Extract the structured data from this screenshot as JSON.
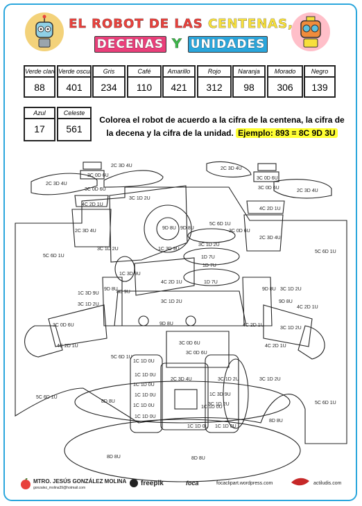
{
  "title": {
    "line1_part1": "EL ROBOT DE LAS ",
    "line1_part2": "CENTENAS,",
    "line2_word1": "DECENAS",
    "line2_word2": "Y",
    "line2_word3": "UNIDADES"
  },
  "colors": {
    "frame": "#2aa6dc",
    "title_red": "#e8413c",
    "title_yellow": "#f7e03c",
    "title_pink": "#ea3f7a",
    "title_green": "#3db54a",
    "title_blue": "#2aa6dc",
    "highlight": "#ffff33"
  },
  "color_key": [
    {
      "label": "Verde claro",
      "value": "88"
    },
    {
      "label": "Verde oscuro",
      "value": "401"
    },
    {
      "label": "Gris",
      "value": "234"
    },
    {
      "label": "Café",
      "value": "110"
    },
    {
      "label": "Amarillo",
      "value": "421"
    },
    {
      "label": "Rojo",
      "value": "312"
    },
    {
      "label": "Naranja",
      "value": "98"
    },
    {
      "label": "Morado",
      "value": "306"
    },
    {
      "label": "Negro",
      "value": "139"
    },
    {
      "label": "Azul",
      "value": "17"
    },
    {
      "label": "Celeste",
      "value": "561"
    }
  ],
  "instructions": {
    "text": "Colorea el robot de acuerdo a la cifra de la centena, la cifra de la decena y la cifra de la unidad.",
    "example": "Ejemplo: 893 = 8C 9D 3U"
  },
  "region_labels": [
    "2C 3D 4U",
    "3C 0D 6U",
    "2C 3D 4U",
    "3C 0D 6U",
    "4C 2D 1U",
    "2C 3D 4U",
    "3C 1D 2U",
    "9D 8U",
    "1C 3D 9U",
    "3C 1D 2U",
    "5C 6D 1U",
    "8D 9U",
    "9D 8U",
    "2C 3D 4U",
    "3C 0D 6U",
    "2C 3D 4U",
    "3C 0D 6U",
    "4C 2D 1U",
    "2C 3D 4U",
    "5C 6D 1U",
    "3C 0D 6U",
    "3C 1D 2U",
    "1D 7U",
    "1D 7U",
    "1D 7U",
    "5C 6D 1U",
    "1C 3D 9U",
    "4C 2D 1U",
    "9D 8U",
    "1C 3D 9U",
    "3C 1D 2U",
    "9D 8U",
    "3C 1D 2U",
    "9D 8U",
    "4C 2D 1U",
    "9D 8U",
    "3C 1D 2U",
    "4C 2D 1U",
    "3C 0D 6U",
    "4C 2D 1U",
    "5C 6D 1U",
    "3C 0D 6U",
    "3C 0D 6U",
    "4C 2D 1U",
    "1C 1D 0U",
    "1C 1D 0U",
    "2C 3D 4U",
    "3C 1D 2U",
    "1C 1D 0U",
    "1C 1D 0U",
    "3C 1D 2U",
    "1C 1D 0U",
    "1C 1D 0U",
    "1C 1D 0U",
    "1C 3D 9U",
    "3C 1D 2U",
    "1C 1D 0U",
    "1C 1D 0U",
    "5C 6D 1U",
    "8D 8U",
    "8D 8U",
    "5C 6D 1U",
    "8D 8U",
    "8D 8U",
    "3C 1D 2U"
  ],
  "footer": {
    "author": "MTRO. JESÚS GONZÁLEZ MOLINA",
    "email": "gonzalez_molina39@hotmail.com",
    "freepik": "freepik",
    "foca_logo": "foca",
    "foca_url": "focaclipart.wordpress.com",
    "actiludis": "actiludis.com"
  }
}
